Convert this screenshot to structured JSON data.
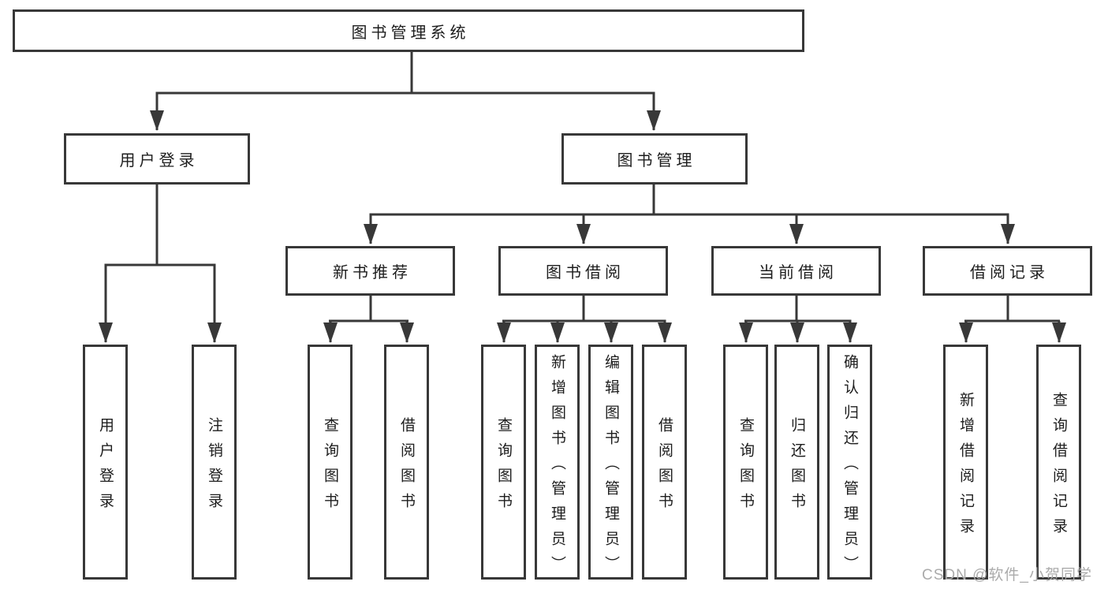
{
  "tree": {
    "root": {
      "label": "图书管理系统"
    },
    "level2": [
      {
        "label": "用户登录",
        "leaves": [
          "用户登录",
          "注销登录"
        ]
      },
      {
        "label": "图书管理",
        "children": [
          {
            "label": "新书推荐",
            "leaves": [
              "查询图书",
              "借阅图书"
            ]
          },
          {
            "label": "图书借阅",
            "leaves": [
              "查询图书",
              "新增图书（管理员）",
              "编辑图书（管理员）",
              "借阅图书"
            ]
          },
          {
            "label": "当前借阅",
            "leaves": [
              "查询图书",
              "归还图书",
              "确认归还（管理员）"
            ]
          },
          {
            "label": "借阅记录",
            "leaves": [
              "新增借阅记录",
              "查询借阅记录"
            ]
          }
        ]
      }
    ]
  },
  "watermark": "CSDN @软件_小贺同学",
  "colors": {
    "line": "#383838",
    "text": "#1d1d1d",
    "watermark": "#ababab",
    "background": "#ffffff"
  }
}
